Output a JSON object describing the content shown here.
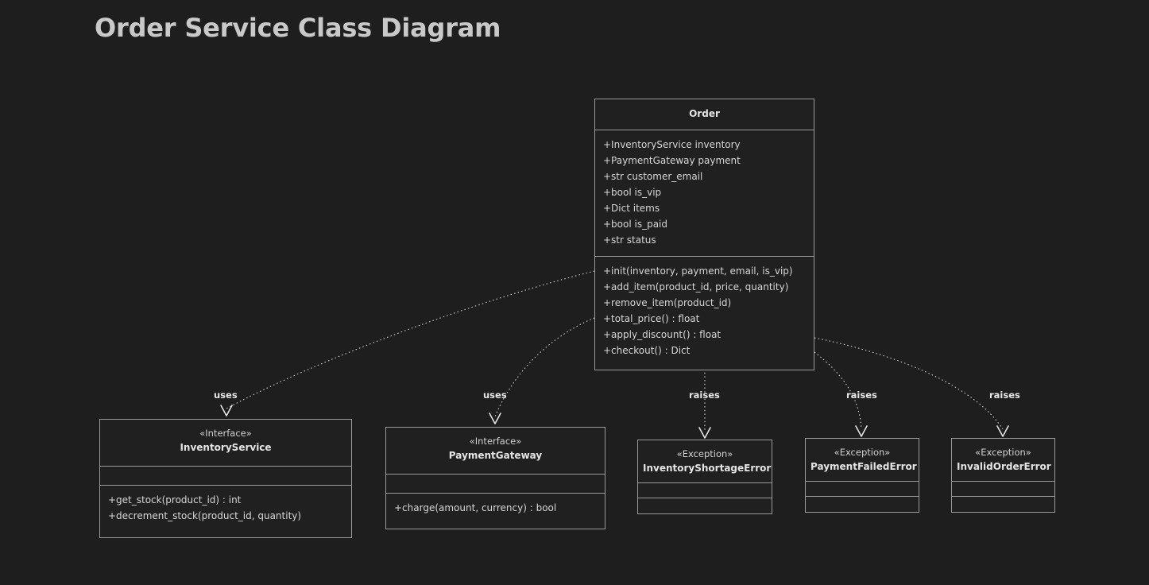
{
  "page": {
    "title": "Order Service Class Diagram",
    "background_color": "#1e1e1e",
    "text_color": "#d6d6d6",
    "border_color": "#9a9a9a",
    "box_fill_color": "#202020"
  },
  "diagram": {
    "type": "uml-class-diagram",
    "classes": [
      {
        "id": "order",
        "name": "Order",
        "stereotype": "",
        "attributes": [
          "+InventoryService inventory",
          "+PaymentGateway payment",
          "+str customer_email",
          "+bool is_vip",
          "+Dict items",
          "+bool is_paid",
          "+str status"
        ],
        "methods": [
          "+init(inventory, payment, email, is_vip)",
          "+add_item(product_id, price, quantity)",
          "+remove_item(product_id)",
          "+total_price() : float",
          "+apply_discount() : float",
          "+checkout() : Dict"
        ]
      },
      {
        "id": "inventory_service",
        "name": "InventoryService",
        "stereotype": "«Interface»",
        "attributes": [],
        "methods": [
          "+get_stock(product_id) : int",
          "+decrement_stock(product_id, quantity)"
        ]
      },
      {
        "id": "payment_gateway",
        "name": "PaymentGateway",
        "stereotype": "«Interface»",
        "attributes": [],
        "methods": [
          "+charge(amount, currency) : bool"
        ]
      },
      {
        "id": "inventory_shortage_error",
        "name": "InventoryShortageError",
        "stereotype": "«Exception»",
        "attributes": [],
        "methods": []
      },
      {
        "id": "payment_failed_error",
        "name": "PaymentFailedError",
        "stereotype": "«Exception»",
        "attributes": [],
        "methods": []
      },
      {
        "id": "invalid_order_error",
        "name": "InvalidOrderError",
        "stereotype": "«Exception»",
        "attributes": [],
        "methods": []
      }
    ],
    "relationships": [
      {
        "id": "rel-1",
        "from": "order",
        "to": "inventory_service",
        "label": "uses",
        "style": "dashed",
        "arrow": "open"
      },
      {
        "id": "rel-2",
        "from": "order",
        "to": "payment_gateway",
        "label": "uses",
        "style": "dashed",
        "arrow": "open"
      },
      {
        "id": "rel-3",
        "from": "order",
        "to": "inventory_shortage_error",
        "label": "raises",
        "style": "dashed",
        "arrow": "open"
      },
      {
        "id": "rel-4",
        "from": "order",
        "to": "payment_failed_error",
        "label": "raises",
        "style": "dashed",
        "arrow": "open"
      },
      {
        "id": "rel-5",
        "from": "order",
        "to": "invalid_order_error",
        "label": "raises",
        "style": "dashed",
        "arrow": "open"
      }
    ]
  }
}
